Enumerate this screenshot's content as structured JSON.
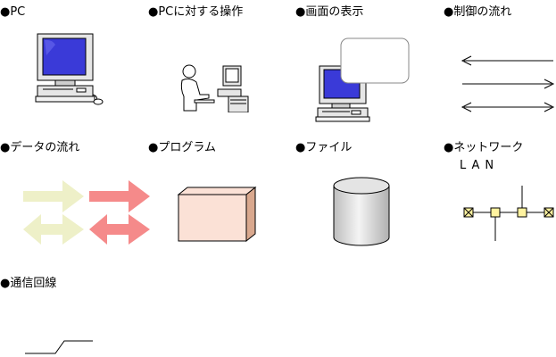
{
  "legend": {
    "pc": "●PC",
    "pc_operation": "●PCに対する操作",
    "screen_display": "●画面の表示",
    "control_flow": "●制御の流れ",
    "data_flow": "●データの流れ",
    "program": "●プログラム",
    "file": "●ファイル",
    "network": "●ネットワーク",
    "network_sub": "LAN",
    "comm_line": "●通信回線"
  },
  "colors": {
    "monitor_screen": "#3a3ad8",
    "data_flow_light": "#eef0c8",
    "data_flow_red": "#f58a8a",
    "program_box": "#fbe1d6",
    "program_box_side": "#d9a88e",
    "cylinder": "#d8d8d8",
    "network_node": "#fff3a0"
  }
}
